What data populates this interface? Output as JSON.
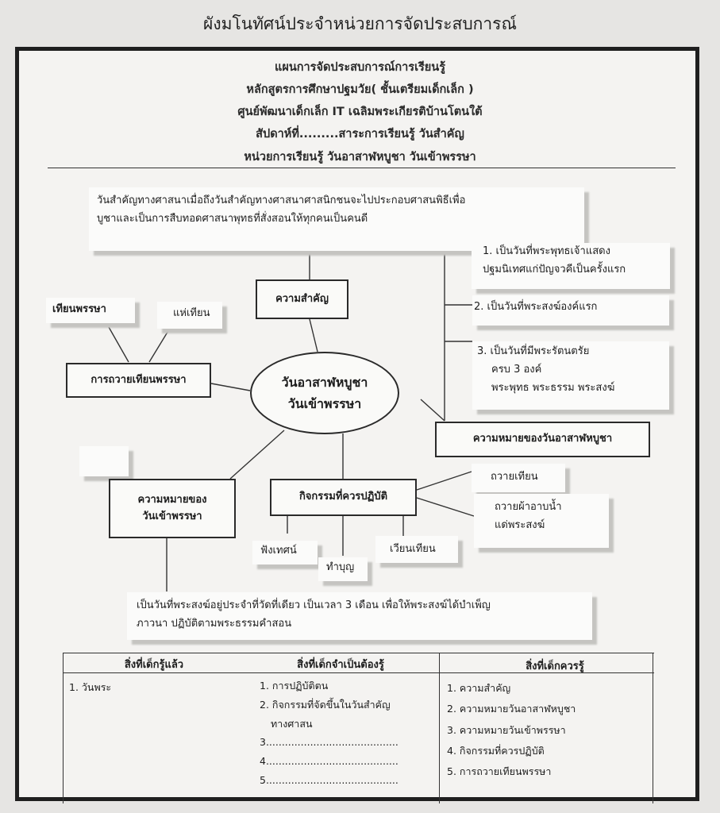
{
  "title": "ผังมโนทัศน์ประจำหน่วยการจัดประสบการณ์",
  "header": {
    "line1": "แผนการจัดประสบการณ์การเรียนรู้",
    "line2": "หลักสูตรการศึกษาปฐมวัย( ชั้นเตรียมเด็กเล็ก )",
    "line3": "ศูนย์พัฒนาเด็กเล็ก IT เฉลิมพระเกียรติบ้านโตนใต้",
    "line4": "สัปดาห์ที่.........สาระการเรียนรู้     วันสำคัญ",
    "line5": "หน่วยการเรียนรู้  วันอาสาฬหบูชา  วันเข้าพรรษา"
  },
  "intro": {
    "line1": "วันสำคัญทางศาสนาเมื่อถึงวันสำคัญทางศาสนาศาสนิกชนจะไปประกอบศาสนพิธีเพื่อ",
    "line2": "บูชาและเป็นการสืบทอดศาสนาพุทธที่สั่งสอนให้ทุกคนเป็นคนดี"
  },
  "center": {
    "line1": "วันอาสาฬหบูชา",
    "line2": "วันเข้าพรรษา"
  },
  "importance": {
    "label": "ความสำคัญ",
    "item1_line1": "1. เป็นวันที่พระพุทธเจ้าแสดง",
    "item1_line2": "ปฐมนิเทศแก่ปัญจวคีเป็นครั้งแรก",
    "item2": "2. เป็นวันที่พระสงฆ์องค์แรก",
    "item3_line1": "3. เป็นวันที่มีพระรัตนตรัย",
    "item3_line2": "ครบ 3 องค์",
    "item3_line3": "พระพุทธ  พระธรรม  พระสงฆ์"
  },
  "asalha_meaning": "ความหมายของวันอาสาฬหบูชา",
  "candle": {
    "label": "การถวายเทียนพรรษา",
    "sub1": "เทียนพรรษา",
    "sub2": "แห่เทียน"
  },
  "khao_meaning": {
    "label_line1": "ความหมายของ",
    "label_line2": "วันเข้าพรรษา",
    "desc_line1": "เป็นวันที่พระสงฆ์อยู่ประจำที่วัดที่เดียว เป็นเวลา 3 เดือน  เพื่อให้พระสงฆ์ได้บำเพ็ญ",
    "desc_line2": "ภาวนา ปฏิบัติตามพระธรรมคำสอน"
  },
  "activities": {
    "label": "กิจกรรมที่ควรปฏิบัติ",
    "a1": "ฟังเทศน์",
    "a2": "ทำบุญ",
    "a3": "เวียนเทียน",
    "a4": "ถวายเทียน",
    "a5_line1": "ถวายผ้าอาบน้ำ",
    "a5_line2": "แด่พระสงฆ์"
  },
  "table": {
    "col1": {
      "header": "สิ่งที่เด็กรู้แล้ว",
      "items": [
        "1. วันพระ"
      ]
    },
    "col2": {
      "header": "สิ่งที่เด็กจำเป็นต้องรู้",
      "items": [
        "1. การปฏิบัติตน",
        "2. กิจกรรมที่จัดขึ้นในวันสำคัญ",
        "ทางศาสน",
        "3..........................................",
        "4..........................................",
        "5.........................................."
      ]
    },
    "col3": {
      "header": "สิ่งที่เด็กควรรู้",
      "items": [
        "1.    ความสำคัญ",
        "2.    ความหมายวันอาสาฬหบูชา",
        "3.    ความหมายวันเข้าพรรษา",
        "4.    กิจกรรมที่ควรปฏิบัติ",
        "5.    การถวายเทียนพรรษา"
      ]
    }
  }
}
